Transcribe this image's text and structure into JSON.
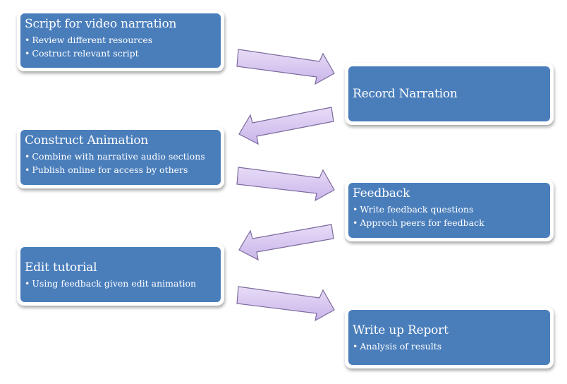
{
  "diagram": {
    "type": "process-flow",
    "colors": {
      "box_fill": "#4a7ebb",
      "box_border": "#ffffff",
      "arrow_fill": "#d9c9f0",
      "arrow_stroke": "#7a6a9c"
    },
    "steps": [
      {
        "title": "Script for video narration",
        "bullets": [
          "Review different resources",
          "Costruct relevant script"
        ]
      },
      {
        "title": "Record Narration",
        "bullets": []
      },
      {
        "title": "Construct Animation",
        "bullets": [
          "Combine with narrative audio sections",
          "Publish online  for access by others"
        ]
      },
      {
        "title": "Feedback",
        "bullets": [
          "Write feedback questions",
          "Approch peers for feedback"
        ]
      },
      {
        "title": "Edit tutorial",
        "bullets": [
          "Using feedback given edit animation"
        ]
      },
      {
        "title": "Write up Report",
        "bullets": [
          "Analysis of results"
        ]
      }
    ],
    "arrows": [
      {
        "from": 0,
        "to": 1,
        "direction": "right-down"
      },
      {
        "from": 1,
        "to": 2,
        "direction": "left-down"
      },
      {
        "from": 2,
        "to": 3,
        "direction": "right-down"
      },
      {
        "from": 3,
        "to": 4,
        "direction": "left-down"
      },
      {
        "from": 4,
        "to": 5,
        "direction": "right-down"
      }
    ]
  }
}
